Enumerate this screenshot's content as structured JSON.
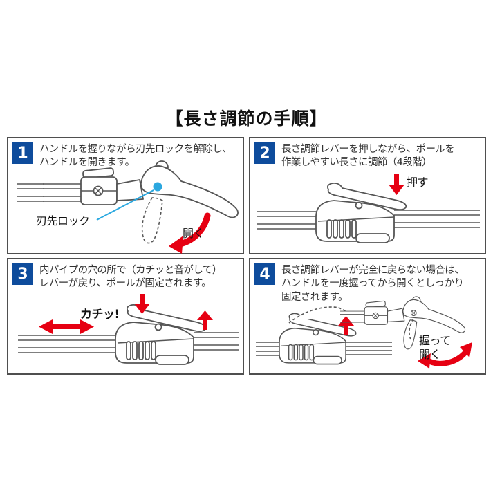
{
  "title": "【長さ調節の手順】",
  "colors": {
    "accent_blue": "#0E4C9C",
    "arrow_red": "#E60012",
    "callout_cyan": "#29A8E0",
    "lineart_gray": "#555555"
  },
  "panels": [
    {
      "num": "1",
      "lines": [
        "ハンドルを握りながら刃先ロックを解除し、",
        "ハンドルを開きます。"
      ],
      "annotations": {
        "blade_lock": "刃先ロック",
        "open": "開く"
      }
    },
    {
      "num": "2",
      "lines": [
        "長さ調節レバーを押しながら、ポールを",
        "作業しやすい長さに調節（4段階）"
      ],
      "annotations": {
        "push": "押す"
      }
    },
    {
      "num": "3",
      "lines": [
        "内パイプの穴の所で（カチッと音がして）",
        "レバーが戻り、ポールが固定されます。"
      ],
      "annotations": {
        "click": "カチッ!"
      }
    },
    {
      "num": "4",
      "lines": [
        "長さ調節レバーが完全に戻らない場合は、",
        "ハンドルを一度握ってから開くとしっかり",
        "固定されます。"
      ],
      "annotations": {
        "grip_open": "握って\n開く"
      }
    }
  ]
}
